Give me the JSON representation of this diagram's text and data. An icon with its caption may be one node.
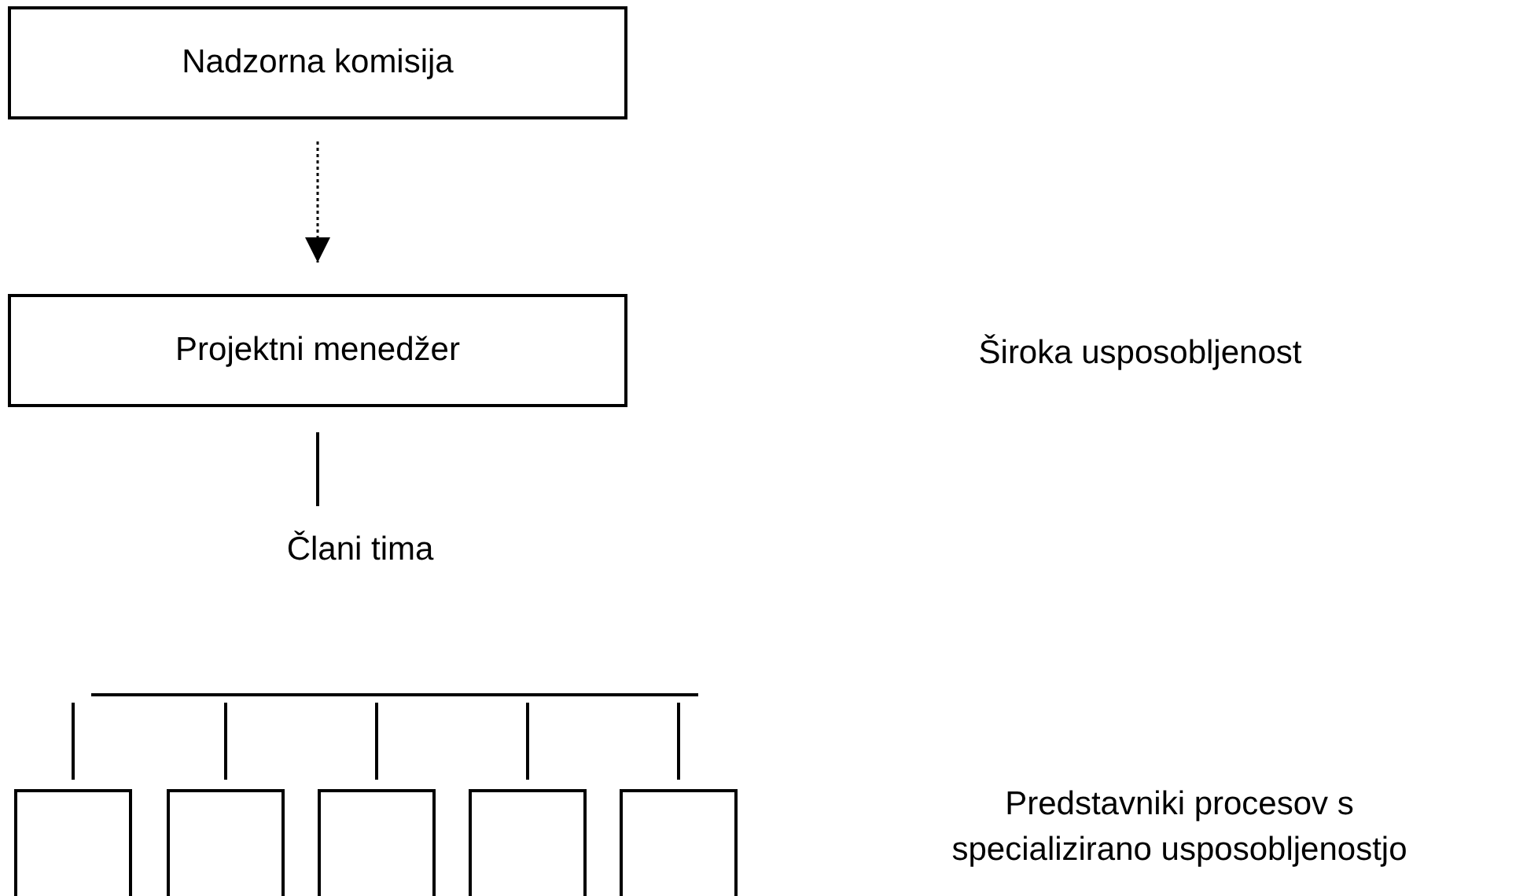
{
  "diagram": {
    "nodes": [
      {
        "text": [
          "Nadzorna komisija"
        ]
      },
      {
        "text": [
          "Projektni menedžer"
        ]
      },
      {
        "text": [
          "Člani tima"
        ]
      },
      {
        "text": [],
        "shape": "bar"
      },
      {
        "text": [],
        "shape": "box"
      },
      {
        "text": [],
        "shape": "box"
      },
      {
        "text": [],
        "shape": "box"
      },
      {
        "text": [],
        "shape": "box"
      },
      {
        "text": [],
        "shape": "box"
      }
    ],
    "edges": [
      {
        "from": 0,
        "to": 1,
        "arrow": "to",
        "style": "dashed"
      },
      {
        "from": 1,
        "to": 2,
        "arrow": "none"
      },
      {
        "from": 3,
        "to": 4,
        "arrow": "none"
      },
      {
        "from": 3,
        "to": 5,
        "arrow": "none"
      },
      {
        "from": 3,
        "to": 6,
        "arrow": "none"
      },
      {
        "from": 3,
        "to": 7,
        "arrow": "none"
      },
      {
        "from": 3,
        "to": 8,
        "arrow": "none"
      }
    ],
    "labels": [
      "Široka usposobljenost",
      "Predstavniki procesov s specializirano usposobljenostjo"
    ]
  }
}
